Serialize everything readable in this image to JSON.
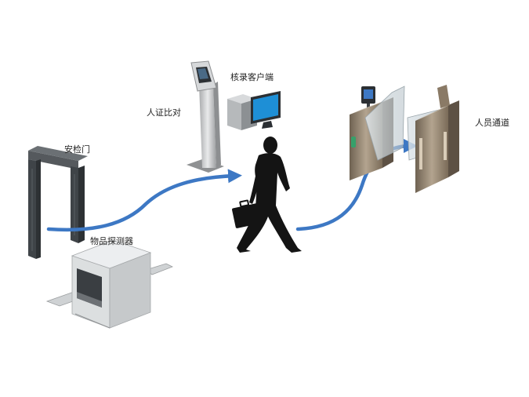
{
  "labels": {
    "security_gate": "安检门",
    "id_verification": "人证比对",
    "verification_client": "核录客户端",
    "item_detector": "物品探测器",
    "personnel_channel": "人员通道"
  },
  "colors": {
    "flow_arrow": "#3d78c4",
    "gate_dark": "#3f4448",
    "machine_light": "#e3e5e6",
    "kiosk_silver": "#c9cbcd",
    "monitor_blue": "#1e8fd6",
    "turnstile_bronze": "#8a7a66",
    "silhouette": "#141414"
  },
  "icons": [
    "walk-through-metal-detector-icon",
    "id-verification-kiosk-icon",
    "client-computer-icon",
    "x-ray-baggage-scanner-icon",
    "walking-person-silhouette-icon",
    "speed-gate-turnstile-icon"
  ]
}
